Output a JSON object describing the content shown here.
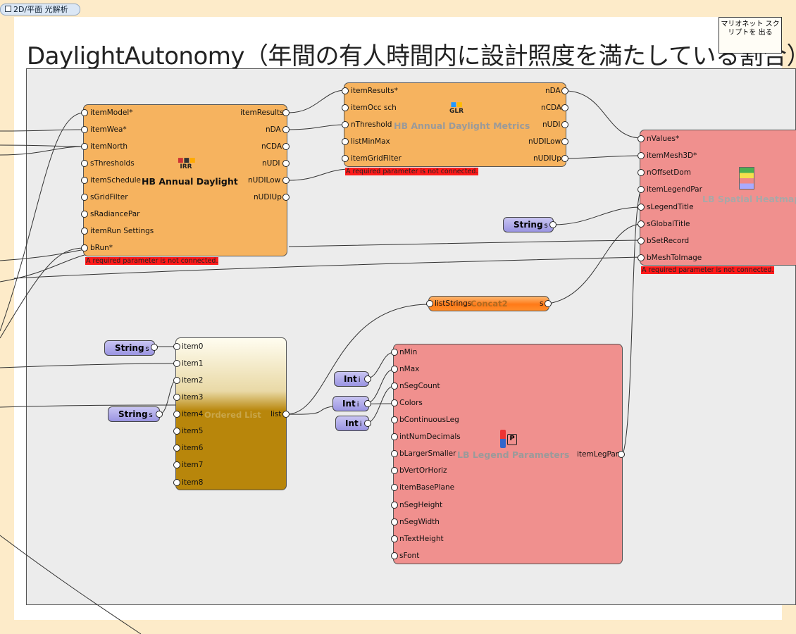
{
  "tab": {
    "label": "2D/平面 光解析"
  },
  "slide": {
    "title": "DaylightAutonomy（年間の有人時間内に設計照度を満たしている割合）",
    "note": "マリオネット スクリプトを 出る"
  },
  "components": {
    "annual_daylight": {
      "name": "HB Annual Daylight",
      "icon": "IRR",
      "inputs": [
        "itemModel*",
        "itemWea*",
        "itemNorth",
        "sThresholds",
        "itemSchedule",
        "sGridFilter",
        "sRadiancePar",
        "itemRun Settings",
        "bRun*"
      ],
      "outputs": [
        "itemResults",
        "nDA",
        "nCDA",
        "nUDI",
        "nUDILow",
        "nUDIUp"
      ],
      "error": "A required parameter is not connected."
    },
    "daylight_metrics": {
      "name": "HB Annual Daylight Metrics",
      "icon": "GLR",
      "inputs": [
        "itemResults*",
        "itemOcc sch",
        "nThreshold",
        "listMinMax",
        "itemGridFilter"
      ],
      "outputs": [
        "nDA",
        "nCDA",
        "nUDI",
        "nUDILow",
        "nUDIUp"
      ],
      "error": "A required parameter is not connected."
    },
    "spatial_heatmap": {
      "name": "LB Spatial Heatmap",
      "inputs": [
        "nValues*",
        "itemMesh3D*",
        "nOffsetDom",
        "itemLegendPar",
        "sLegendTitle",
        "sGlobalTitle",
        "bSetRecord",
        "bMeshToImage"
      ],
      "error": "A required parameter is not connected."
    },
    "concat": {
      "name": "Concat2",
      "input": "listStrings",
      "output": "s"
    },
    "ordered_list": {
      "name": "Ordered List",
      "inputs": [
        "item0",
        "item1",
        "item2",
        "item3",
        "item4",
        "item5",
        "item6",
        "item7",
        "item8"
      ],
      "output": "list"
    },
    "legend_parameters": {
      "name": "LB Legend Parameters",
      "inputs": [
        "nMin",
        "nMax",
        "nSegCount",
        "Colors",
        "bContinuousLeg",
        "intNumDecimals",
        "bLargerSmaller",
        "bVertOrHoriz",
        "itemBasePlane",
        "nSegHeight",
        "nSegWidth",
        "nTextHeight",
        "sFont"
      ],
      "output": "itemLegPar"
    }
  },
  "params": {
    "string_top": {
      "label": "String",
      "suffix": "s"
    },
    "string_item0": {
      "label": "String",
      "suffix": "s"
    },
    "string_item4": {
      "label": "String",
      "suffix": "s"
    },
    "int_a": {
      "label": "Int",
      "suffix": "i"
    },
    "int_b": {
      "label": "Int",
      "suffix": "i"
    },
    "int_c": {
      "label": "Int",
      "suffix": "i"
    }
  },
  "colors": {
    "component_orange": "#f6b35f",
    "component_pink": "#f0908e",
    "error_red": "#ff1a1a",
    "param_purple": "#a49ee6",
    "list_gold": "#b8860b"
  }
}
